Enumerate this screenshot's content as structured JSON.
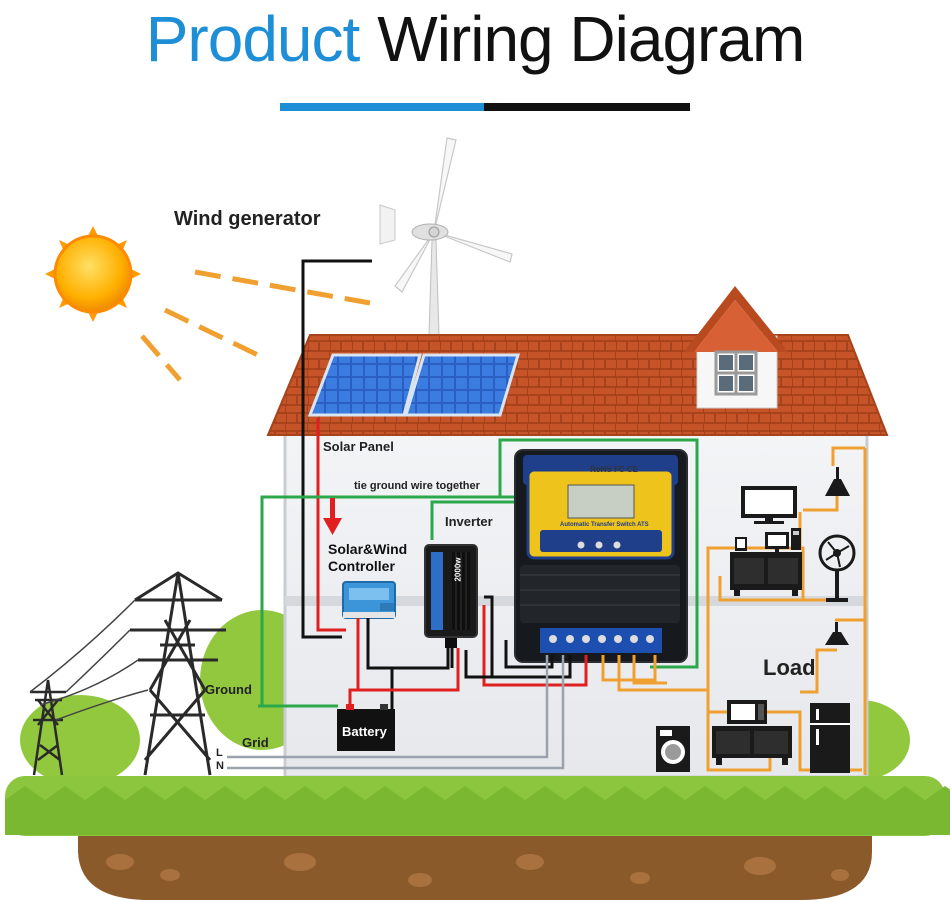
{
  "title": {
    "part1": "Product",
    "part2": "Wiring Diagram"
  },
  "labels": {
    "wind_generator": "Wind generator",
    "solar_panel": "Solar Panel",
    "tie_ground": "tie ground wire together",
    "inverter": "Inverter",
    "controller_line1": "Solar&Wind",
    "controller_line2": "Controller",
    "ground": "Ground",
    "grid": "Grid",
    "grid_l": "L",
    "grid_n": "N",
    "battery": "Battery",
    "load": "Load"
  },
  "ats": {
    "cert": "RoHS FC CE",
    "name": "Automatic Transfer Switch ATS"
  },
  "inverter_rating": "2000w",
  "colors": {
    "title_blue": "#1e8fd6",
    "title_black": "#111111",
    "wire_red": "#e02020",
    "wire_black": "#111111",
    "wire_green": "#2aa84a",
    "wire_orange": "#f0a030",
    "wire_gray": "#9aa3ad",
    "roof": "#c8552a",
    "grass": "#8cc63f",
    "soil": "#8b5a2b"
  },
  "icons": [
    "sun-icon",
    "wind-turbine-icon",
    "solar-panel-icon",
    "controller-icon",
    "inverter-icon",
    "ats-icon",
    "battery-icon",
    "pylon-icon",
    "tv-icon",
    "lamp-icon",
    "fan-icon",
    "computer-icon",
    "microwave-icon",
    "washer-icon",
    "fridge-icon"
  ]
}
